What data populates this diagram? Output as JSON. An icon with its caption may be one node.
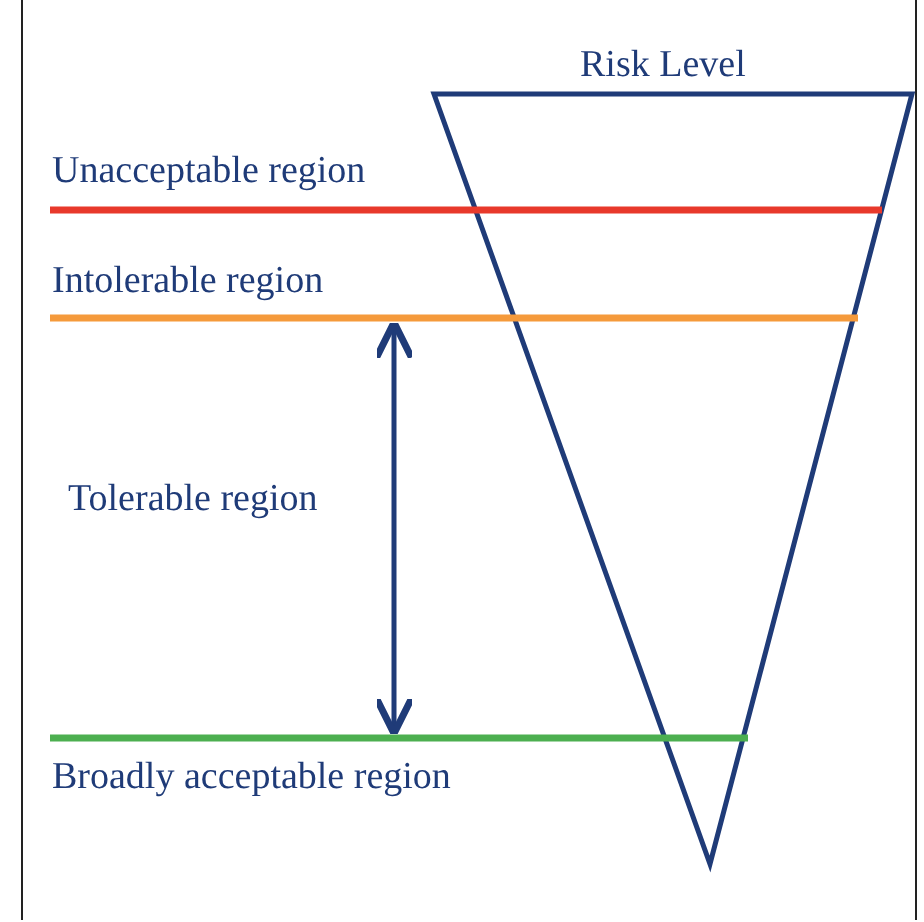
{
  "diagram": {
    "labels": [
      "Risk Level",
      "Unacceptable region",
      "Intolerable region",
      "Tolerable region",
      "Broadly acceptable region"
    ]
  }
}
